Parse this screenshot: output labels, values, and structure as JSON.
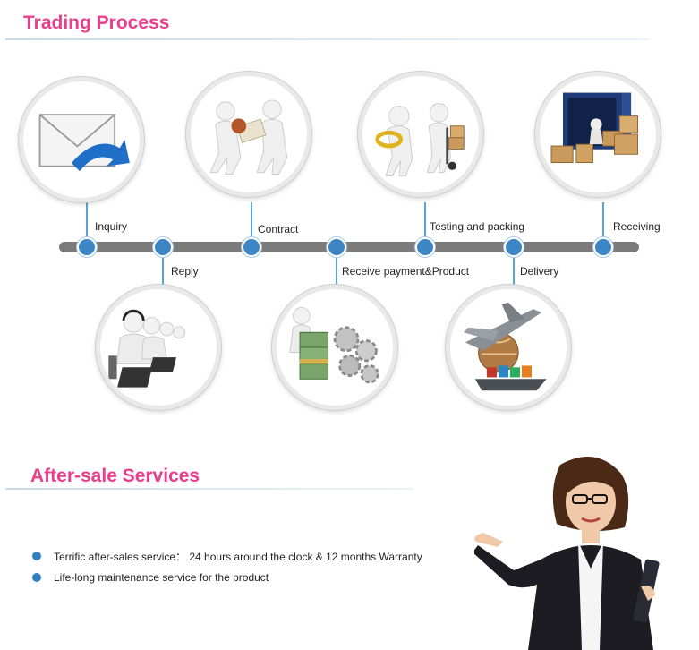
{
  "trading_title": "Trading Process",
  "aftersale_title": "After-sale Services",
  "steps": [
    {
      "label": "Inquiry",
      "icon": "envelope-icon"
    },
    {
      "label": "Reply",
      "icon": "call-center-icon"
    },
    {
      "label": "Contract",
      "icon": "handshake-contract-icon"
    },
    {
      "label": "Receive payment&Product",
      "icon": "money-gears-icon"
    },
    {
      "label": "Testing and packing",
      "icon": "testing-packing-icon"
    },
    {
      "label": "Delivery",
      "icon": "plane-ship-icon"
    },
    {
      "label": "Receiving",
      "icon": "container-boxes-icon"
    }
  ],
  "services": [
    "Terrific after-sales service： 24 hours around the clock & 12 months Warranty",
    "Life-long maintenance service for the product"
  ],
  "colors": {
    "accent_pink": "#e83e8c",
    "node_blue": "#3d86c6",
    "bar_gray": "#7b7b7b"
  }
}
